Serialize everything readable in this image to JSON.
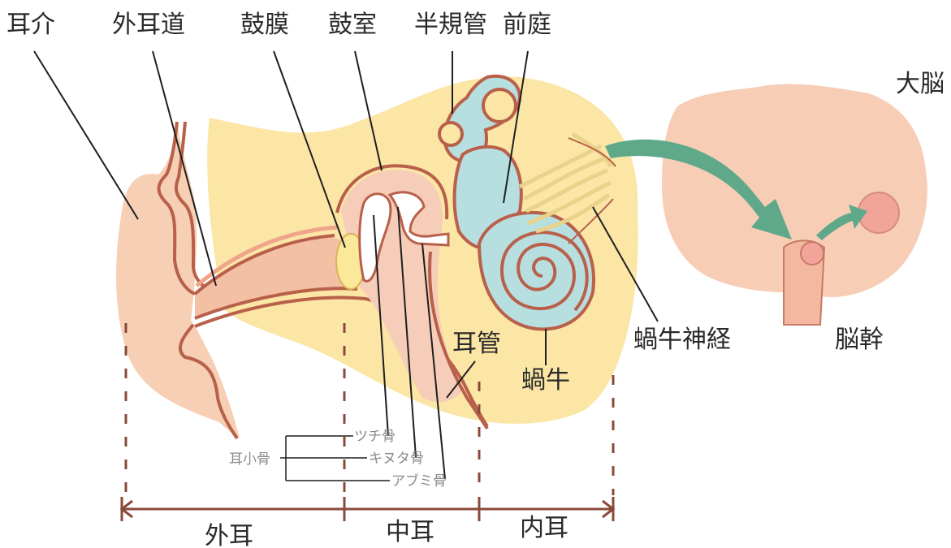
{
  "labels": {
    "pinna": "耳介",
    "ear_canal": "外耳道",
    "eardrum": "鼓膜",
    "tympanic_cavity": "鼓室",
    "semicircular_canals": "半規管",
    "vestibule": "前庭",
    "cerebrum": "大脳",
    "eustachian_tube": "耳管",
    "cochlea": "蝸牛",
    "cochlear_nerve": "蝸牛神経",
    "brainstem": "脳幹",
    "ossicles": "耳小骨",
    "malleus": "ツチ骨",
    "incus": "キヌタ骨",
    "stapes": "アブミ骨",
    "outer_ear": "外耳",
    "middle_ear": "中耳",
    "inner_ear": "内耳"
  },
  "colors": {
    "skin": "#f6cfb4",
    "skin_dark": "#f0bd9c",
    "bone_region": "#fbe6a6",
    "outline": "#b8604a",
    "canal": "#efa58a",
    "inner_ear_fluid": "#b8dfe0",
    "brain": "#f8cdb6",
    "brainstem_center": "#f2a49a",
    "arrow": "#5fa98a",
    "axis": "#8a4a3a"
  }
}
